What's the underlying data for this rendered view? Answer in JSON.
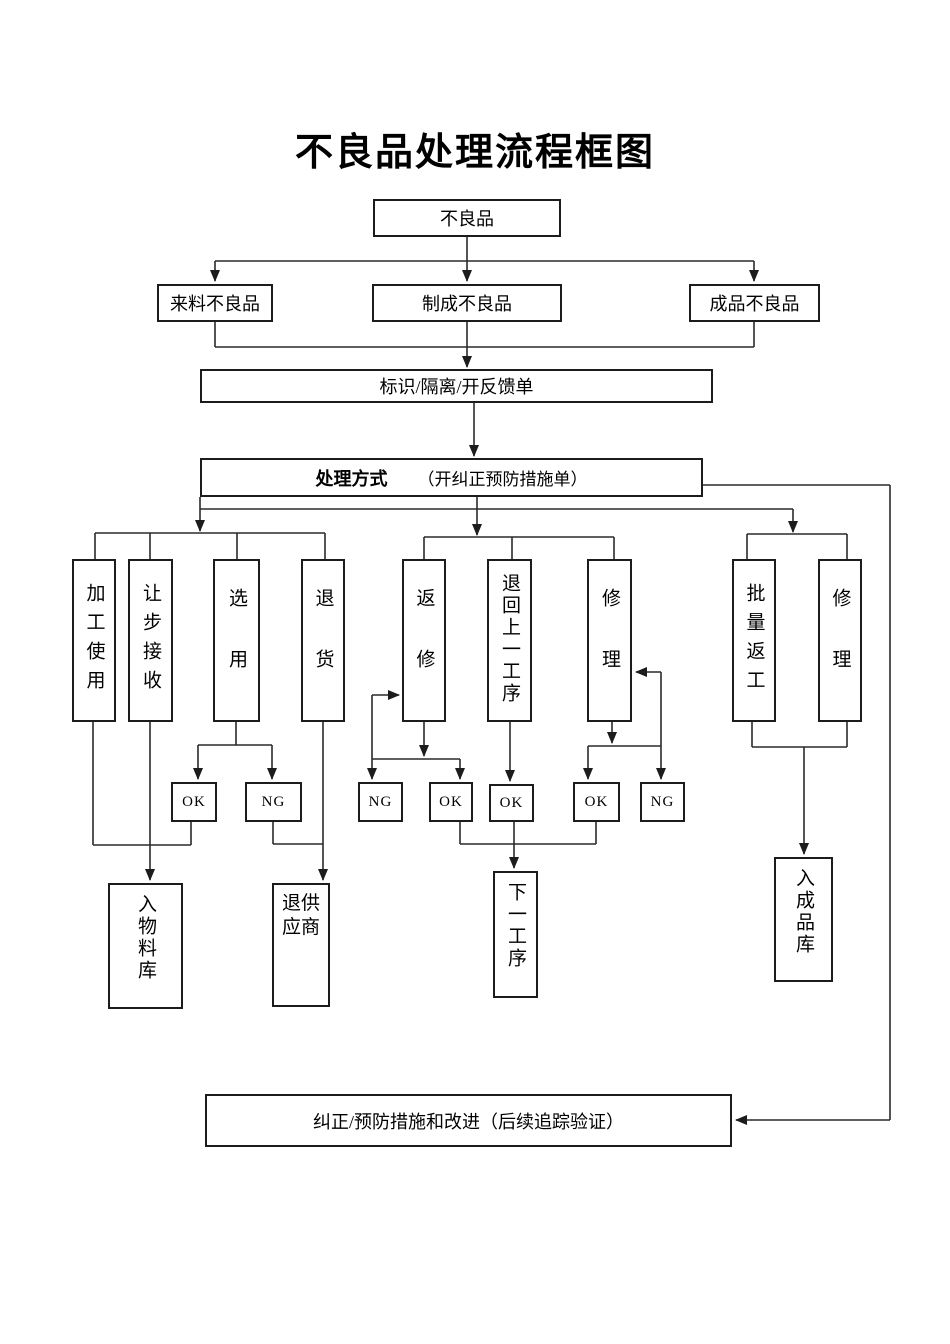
{
  "title": "不良品处理流程框图",
  "nodes": {
    "defective": "不良品",
    "incoming": "来料不良品",
    "in_process": "制成不良品",
    "finished": "成品不良品",
    "identify": "标识/隔离/开反馈单",
    "handling": "处理方式",
    "handling_note": "（开纠正预防措施单）",
    "options": [
      "加工使用",
      "让步接收",
      "选用",
      "退货",
      "返修",
      "退回上一工序",
      "修理",
      "批量返工",
      "修理"
    ],
    "results": {
      "ok": "OK",
      "ng": "NG"
    },
    "material_store": "入物料库",
    "return_supplier": "退供应商",
    "next_process": "下一工序",
    "finished_store": "入成品库",
    "corrective": "纠正/预防措施和改进（后续追踪验证）"
  },
  "colors": {
    "line": "#2a2a2a",
    "border": "#1c1c1c",
    "background": "#ffffff",
    "text": "#000000"
  }
}
